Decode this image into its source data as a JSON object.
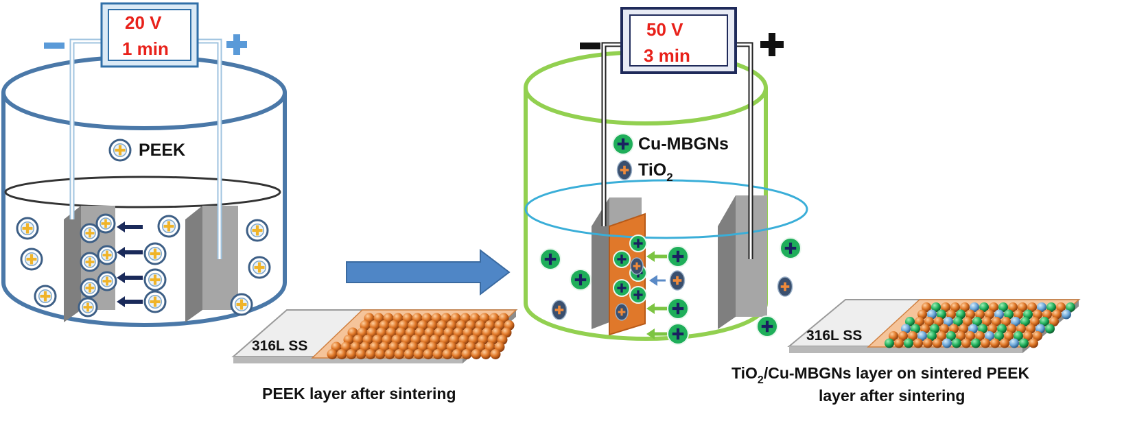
{
  "left_cell": {
    "voltage": "20 V",
    "time": "1 min",
    "negative": "−",
    "positive": "+",
    "legend": "PEEK"
  },
  "right_cell": {
    "voltage": "50 V",
    "time": "3 min",
    "negative": "−",
    "positive": "+",
    "legend_cu": "Cu-MBGNs",
    "legend_tio2": "TiO",
    "legend_tio2_sub": "2"
  },
  "plate_left": {
    "substrate": "316L SS",
    "caption": "PEEK layer after sintering"
  },
  "plate_right": {
    "substrate": "316L SS",
    "caption_line1_a": "TiO",
    "caption_line1_sub": "2",
    "caption_line1_b": "/Cu-MBGNs layer on sintered PEEK",
    "caption_line2": "layer after sintering"
  },
  "colors": {
    "beaker_left": "#4a78a8",
    "beaker_right": "#92d050",
    "arrow_blue": "#5a8ac6",
    "peek_particle": "#f0b429",
    "cu_particle": "#1fae5a",
    "tio2_particle": "#f08a3a",
    "deposit_orange": "#e07828",
    "voltage_text": "#e8211a"
  }
}
